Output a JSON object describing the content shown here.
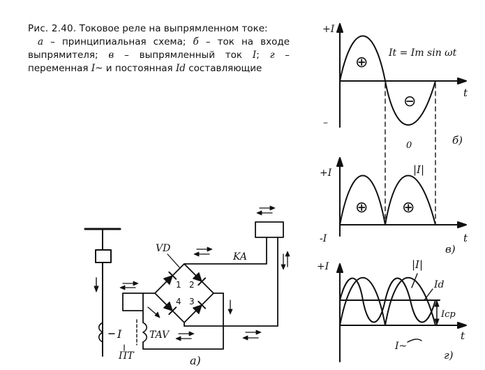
{
  "caption": {
    "figure_label": "Рис. 2.40.",
    "figure_title": "Токовое реле на выпрямленном токе:",
    "a_key": "а",
    "a_text": "– принципиальная схема;",
    "b_key": "б",
    "b_text": "– ток на входе выпрямителя;",
    "v_key": "в",
    "v_text": "– выпрямленный ток",
    "v_symbol": "I",
    "g_key": "г",
    "g_text_1": "– переменная",
    "g_symbol_1": "I~",
    "g_text_2": "и постоянная",
    "g_symbol_2": "Id",
    "g_text_3": "составляющие"
  },
  "graph_b": {
    "y_label": "+I",
    "y_minus": "–",
    "x_label": "t",
    "formula": "It = Im sin ωt",
    "plus_sign": "⊕",
    "minus_sign": "⊖",
    "zero_label": "0",
    "panel_label": "б)"
  },
  "graph_v": {
    "y_label": "+I",
    "y_minus": "-I",
    "x_label": "t",
    "abs_label": "|I|",
    "plus_sign": "⊕",
    "panel_label": "в)"
  },
  "graph_g": {
    "y_label": "+I",
    "x_label": "t",
    "abs_label": "|I|",
    "id_label": "Id",
    "icp_label": "Icp",
    "iac_label": "I~",
    "panel_label": "г)"
  },
  "schematic": {
    "vd_label": "VD",
    "ka_label": "KA",
    "tav_label": "TAV",
    "pt_label": "ПТ",
    "i_label": "I",
    "diode_numbers": [
      "1",
      "2",
      "3",
      "4"
    ],
    "panel_label": "а)"
  }
}
